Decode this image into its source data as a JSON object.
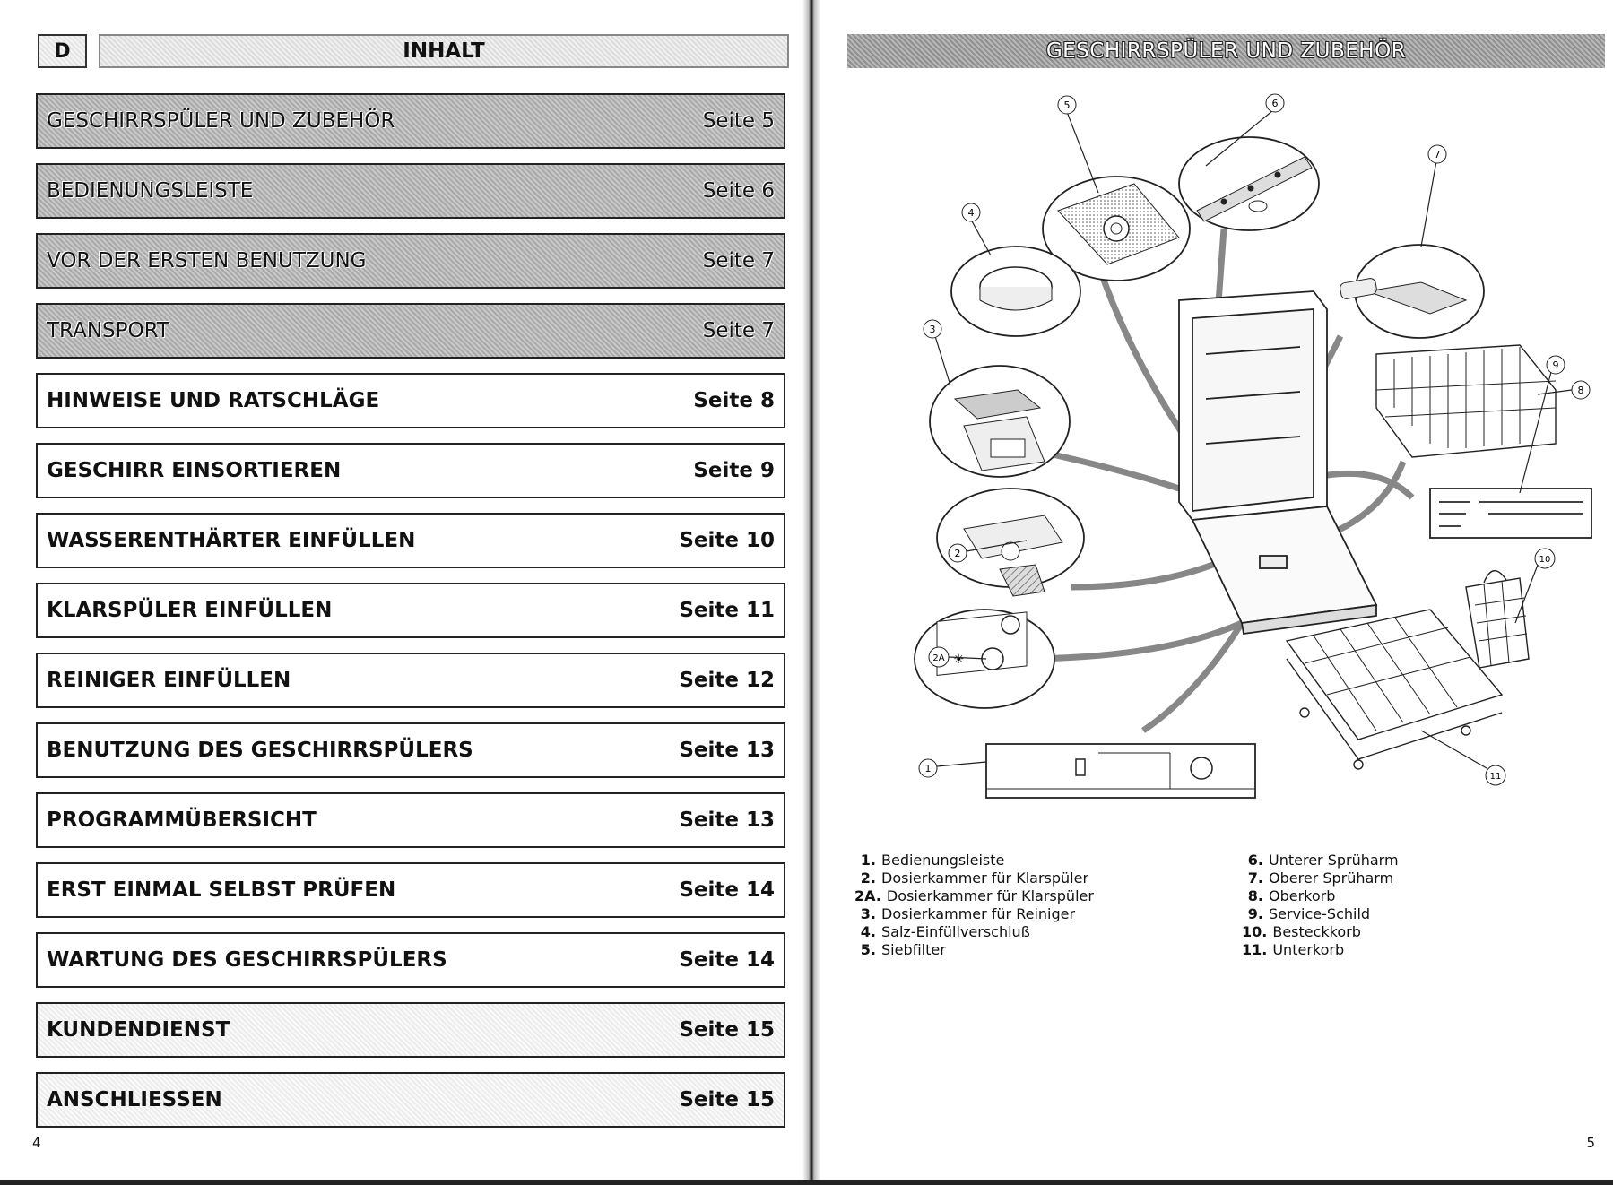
{
  "left_page": {
    "lang_tab": "D",
    "title": "INHALT",
    "page_number": "4",
    "toc": [
      {
        "title": "GESCHIRRSPÜLER UND ZUBEHÖR",
        "page": "Seite 5",
        "style": "shaded"
      },
      {
        "title": "BEDIENUNGSLEISTE",
        "page": "Seite 6",
        "style": "shaded"
      },
      {
        "title": "VOR DER ERSTEN BENUTZUNG",
        "page": "Seite 7",
        "style": "shaded"
      },
      {
        "title": "TRANSPORT",
        "page": "Seite 7",
        "style": "shaded"
      },
      {
        "title": "HINWEISE UND RATSCHLÄGE",
        "page": "Seite 8",
        "style": "plain"
      },
      {
        "title": "GESCHIRR EINSORTIEREN",
        "page": "Seite 9",
        "style": "plain"
      },
      {
        "title": "WASSERENTHÄRTER EINFÜLLEN",
        "page": "Seite 10",
        "style": "plain"
      },
      {
        "title": "KLARSPÜLER EINFÜLLEN",
        "page": "Seite 11",
        "style": "plain"
      },
      {
        "title": "REINIGER EINFÜLLEN",
        "page": "Seite 12",
        "style": "plain"
      },
      {
        "title": "BENUTZUNG DES GESCHIRRSPÜLERS",
        "page": "Seite 13",
        "style": "plain"
      },
      {
        "title": "PROGRAMMÜBERSICHT",
        "page": "Seite 13",
        "style": "plain"
      },
      {
        "title": "ERST EINMAL SELBST PRÜFEN",
        "page": "Seite 14",
        "style": "plain"
      },
      {
        "title": "WARTUNG DES GESCHIRRSPÜLERS",
        "page": "Seite 14",
        "style": "plain"
      },
      {
        "title": "KUNDENDIENST",
        "page": "Seite 15",
        "style": "light"
      },
      {
        "title": "ANSCHLIESSEN",
        "page": "Seite 15",
        "style": "light"
      }
    ]
  },
  "right_page": {
    "title": "GESCHIRRSPÜLER UND ZUBEHÖR",
    "page_number": "5",
    "callouts": [
      "1",
      "2",
      "2A",
      "3",
      "4",
      "5",
      "6",
      "7",
      "8",
      "9",
      "10",
      "11"
    ],
    "legend_left": [
      {
        "num": "1.",
        "text": "Bedienungsleiste"
      },
      {
        "num": "2.",
        "text": "Dosierkammer für Klarspüler"
      },
      {
        "num": "2A.",
        "text": "Dosierkammer für Klarspüler"
      },
      {
        "num": "3.",
        "text": "Dosierkammer für Reiniger"
      },
      {
        "num": "4.",
        "text": "Salz-Einfüllverschluß"
      },
      {
        "num": "5.",
        "text": "Siebfilter"
      }
    ],
    "legend_right": [
      {
        "num": "6.",
        "text": "Unterer Sprüharm"
      },
      {
        "num": "7.",
        "text": "Oberer Sprüharm"
      },
      {
        "num": "8.",
        "text": "Oberkorb"
      },
      {
        "num": "9.",
        "text": "Service-Schild"
      },
      {
        "num": "10.",
        "text": "Besteckkorb"
      },
      {
        "num": "11.",
        "text": "Unterkorb"
      }
    ]
  }
}
